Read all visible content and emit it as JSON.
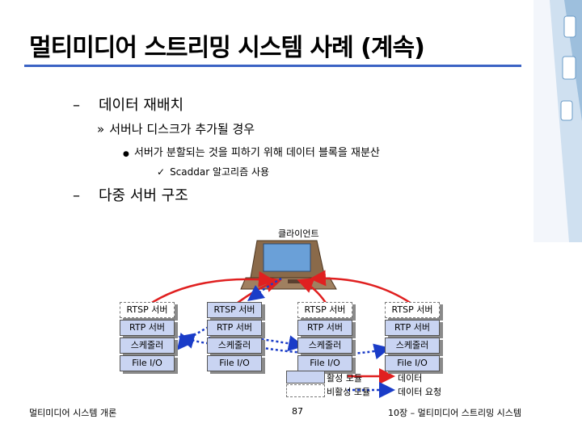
{
  "title": "멀티미디어 스트리밍 시스템 사례 (계속)",
  "bullets": {
    "l1_a": "데이터 재배치",
    "l2_a": "서버나 디스크가 추가될 경우",
    "l3_a": "서버가 분할되는 것을 피하기 위해 데이터 블록을 재분산",
    "l4_a": "Scaddar 알고리즘 사용",
    "l1_b": "다중 서버 구조"
  },
  "glyphs": {
    "dash": "–",
    "arrow": "»",
    "dot": "●",
    "check": "✓"
  },
  "diagram": {
    "client_label": "클라이언트",
    "servers": [
      {
        "rtsp": "RTSP 서버",
        "rtp": "RTP 서버",
        "sched": "스케줄러",
        "io": "File I/O"
      },
      {
        "rtsp": "RTSP 서버",
        "rtp": "RTP 서버",
        "sched": "스케줄러",
        "io": "File I/O"
      },
      {
        "rtsp": "RTSP 서버",
        "rtp": "RTP 서버",
        "sched": "스케줄러",
        "io": "File I/O"
      },
      {
        "rtsp": "RTSP 서버",
        "rtp": "RTP 서버",
        "sched": "스케줄러",
        "io": "File I/O"
      }
    ],
    "legend": {
      "active": "활성 모듈",
      "inactive": "비활성 모듈",
      "data": "데이터",
      "request": "데이터 요청"
    },
    "colors": {
      "active": "#c9d4f2",
      "data_arrow": "#e02020",
      "request_arrow": "#1a3cc8"
    }
  },
  "footer": {
    "left": "멀티미디어 시스템 개론",
    "page": "87",
    "right": "10장 – 멀티미디어 스트리밍 시스템"
  }
}
